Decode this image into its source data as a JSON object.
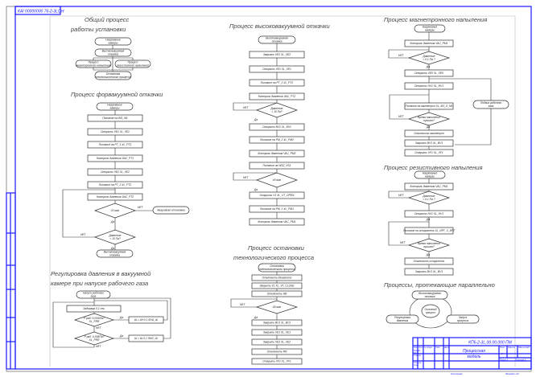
{
  "stamp": {
    "code": "КАI 00000000 76-2-3LОН"
  },
  "general": {
    "title": [
      "Общий процесс",
      "работы установки"
    ],
    "nodes": [
      [
        "Нагревание",
        "камеры"
      ],
      [
        "Высоковакуумная",
        "откачка"
      ],
      [
        "Процесс",
        "магнетронного напыления"
      ],
      [
        "Процесс",
        "резистивного напыления"
      ],
      [
        "Остановка",
        "технологического процесса"
      ]
    ]
  },
  "forevac": {
    "title": [
      "Процесс форвакуумной откачки"
    ],
    "nodes": [
      [
        "Нагревание",
        "камеры"
      ],
      [
        "Питание на WS_M1"
      ],
      [
        "Открыть VE1 XL_VE1"
      ],
      [
        "Питание на PT_1 XL_PT1"
      ],
      [
        "Контроль давления VAC_PT1"
      ],
      [
        "Открыть VE2 XL_VE2"
      ],
      [
        "Питание на PT_2 XL_PT2"
      ],
      [
        "Контроль давления VAC_PT2"
      ],
      [
        "20 мин"
      ],
      [
        "Аварийная остановка"
      ],
      [
        "Давление",
        "< 10 Па?"
      ],
      [
        "Высоковакуумная",
        "откачка"
      ]
    ],
    "yes": "Да",
    "no": "НЕТ"
  },
  "regulation": {
    "title": [
      "Регулировка давления в вакуумной",
      "камере при напуске рабочего газа"
    ],
    "nodes": [
      [
        "Напуск рабочего",
        "газа"
      ],
      [
        "Задержка 0.1 сек"
      ],
      [
        "P раб +0,005Па?",
        "XL_PRR"
      ],
      [
        "Ш = Ш+0,1 SHG_Ш"
      ],
      [
        "P раб -0,005Па?",
        "XL_PRR"
      ],
      [
        "Ш = Ш-0,1 SHG_Ш"
      ]
    ],
    "yes": "Да",
    "no": "НЕТ"
  },
  "highvac": {
    "title": [
      "Процесс высоковакуумной откачки"
    ],
    "nodes": [
      [
        "Высоковакуумная",
        "откачка"
      ],
      [
        "Закрыть VE2 XL_VE2"
      ],
      [
        "Открыть VE1 XL_VE1"
      ],
      [
        "Питание на PT_2 XL_PT2"
      ],
      [
        "Контроль давления VAC_PT2"
      ],
      [
        "Давление",
        "< 10 Па?"
      ],
      [
        "Открыть BV1 XL_BV1"
      ],
      [
        "Питание на PM_2 XL_PM2"
      ],
      [
        "Контроль давления VAC_PM2"
      ],
      [
        "Питание на WS2_VS1"
      ],
      [
        "40 мин"
      ],
      [
        "Открыть V1 XL_VT_OPEN"
      ],
      [
        "Питание на PM_1 XL_PM1"
      ],
      [
        "Контроль давления VAC_PM1"
      ]
    ],
    "yes": "Да",
    "no": "НЕТ"
  },
  "shutdown": {
    "title": [
      "Процесс остановки",
      "технологического процесса"
    ],
    "nodes": [
      [
        "Остановка",
        "технологического процесса"
      ],
      [
        "Отключить двигатели"
      ],
      [
        "Закрыть V1 XL_VT_CLOSE"
      ],
      [
        "Отключить НВ"
      ],
      [
        "45 мин"
      ],
      [
        "Закрыть BV1 XL_BV1"
      ],
      [
        "Закрыть VE1 XL_VE1"
      ],
      [
        "Закрыть VE2 XL_VE2"
      ],
      [
        "Отключить ФВ"
      ],
      [
        "Открыть VF1 XL_VF1"
      ]
    ],
    "yes": "Да",
    "no": "НЕТ"
  },
  "magnetron": {
    "title": [
      "Процесс магнетронного напыления"
    ],
    "nodes": [
      [
        "Нагревание",
        "камеры"
      ],
      [
        "Контроль давления VAC_PM1"
      ],
      [
        "Давление",
        "< 0.1 Па ?"
      ],
      [
        "Открыть VE5 XL_VE5"
      ],
      [
        "Открыть HV1 XL_HV1"
      ],
      [
        "Питание на магнетрон XL_M1_X_M1"
      ],
      [
        "Подача рабочего",
        "газа"
      ],
      [
        "Время напыления",
        "прошло?"
      ],
      [
        "Отключить магнетрон"
      ],
      [
        "Закрыть BV1 XL_BV1"
      ],
      [
        "Открыть VF1 XL_VF1"
      ]
    ],
    "yes": "Да",
    "no": "НЕТ"
  },
  "resistive": {
    "title": [
      "Процесс резистивного напыления"
    ],
    "nodes": [
      [
        "Нагревание",
        "камеры"
      ],
      [
        "Контроль давления VAC_PM1"
      ],
      [
        "Давление",
        "< 0.1 Па ?"
      ],
      [
        "Открыть HV1 XL_HV1"
      ],
      [
        "Питание на испаритель XL_ИРТ_X_ИРТ"
      ],
      [
        "Время напыления",
        "прошло?"
      ],
      [
        "Отключить испаритель"
      ],
      [
        "Закрыть BV1 XL_BV1"
      ]
    ],
    "yes": "Да",
    "no": "НЕТ"
  },
  "parallel": {
    "title": [
      "Процессы, протекающие параллельно"
    ],
    "nodes": [
      [
        "Высоковакуумная",
        "откачка"
      ],
      [
        "Основной",
        "процесс"
      ],
      [
        "Регулировка",
        "давления"
      ],
      [
        "Запуск",
        "процесса"
      ]
    ]
  },
  "titleblock": {
    "doc_code": "КП6-2-3L.00.00.000 ПМ",
    "doc_name": [
      "Процессная",
      "модель"
    ],
    "headers": [
      "Изм",
      "Лист",
      "№ докум.",
      "Подп.",
      "Дата"
    ],
    "roles": [
      "Разраб.",
      "Пров.",
      "Т.контр.",
      "Н.контр.",
      "Утв."
    ],
    "lit": "Лит.",
    "mass": "Масса",
    "scale": "Масштаб",
    "sheet": "Лист 1",
    "sheets": "Листов 1",
    "lit_value": "У",
    "copied": "Копировал",
    "format": "Формат A3"
  }
}
